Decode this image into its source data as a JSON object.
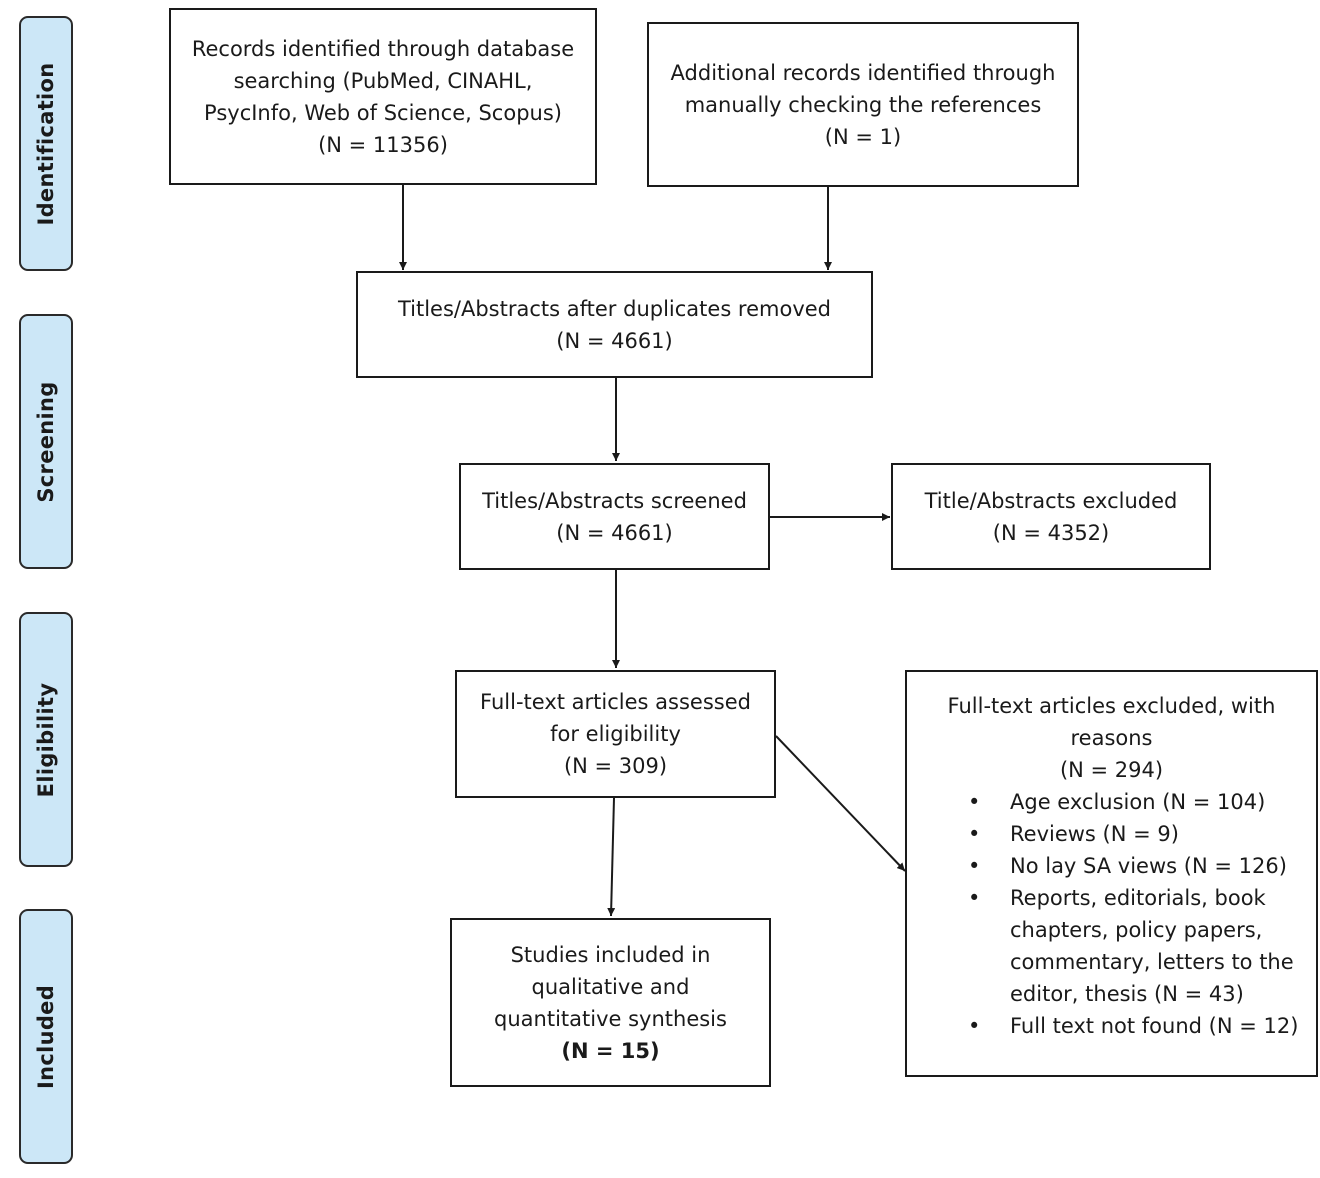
{
  "stages": {
    "identification": "Identification",
    "screening": "Screening",
    "eligibility": "Eligibility",
    "included": "Included"
  },
  "boxes": {
    "database_records": {
      "lines": [
        "Records identified through database",
        "searching (PubMed, CINAHL,",
        "PsycInfo, Web of Science, Scopus)",
        "(N = 11356)"
      ]
    },
    "additional_records": {
      "lines": [
        "Additional records identified through",
        "manually checking the references",
        "(N = 1)"
      ]
    },
    "duplicates_removed": {
      "lines": [
        "Titles/Abstracts after duplicates removed",
        "(N = 4661)"
      ]
    },
    "screened": {
      "lines": [
        "Titles/Abstracts screened",
        "(N = 4661)"
      ]
    },
    "excluded_abstracts": {
      "lines": [
        "Title/Abstracts excluded",
        "(N = 4352)"
      ]
    },
    "fulltext_assessed": {
      "lines": [
        "Full-text articles assessed",
        "for eligibility",
        "(N = 309)"
      ]
    },
    "fulltext_excluded": {
      "lines": [
        "Full-text articles excluded, with",
        "reasons",
        "(N = 294)"
      ],
      "bullet": "•",
      "reasons": [
        {
          "lines": [
            "Age exclusion (N = 104)"
          ]
        },
        {
          "lines": [
            "Reviews (N = 9)"
          ]
        },
        {
          "lines": [
            "No lay SA views (N = 126)"
          ]
        },
        {
          "lines": [
            "Reports, editorials, book",
            "chapters, policy papers,",
            "commentary, letters to the",
            "editor, thesis (N = 43)"
          ]
        },
        {
          "lines": [
            "Full text not found (N = 12)"
          ]
        }
      ]
    },
    "included_studies": {
      "lines": [
        "Studies included in",
        "qualitative and",
        "quantitative synthesis"
      ],
      "total": "(N = 15)"
    }
  },
  "colors": {
    "stage_fill": "#cce7f7",
    "border": "#1a1a1a"
  }
}
